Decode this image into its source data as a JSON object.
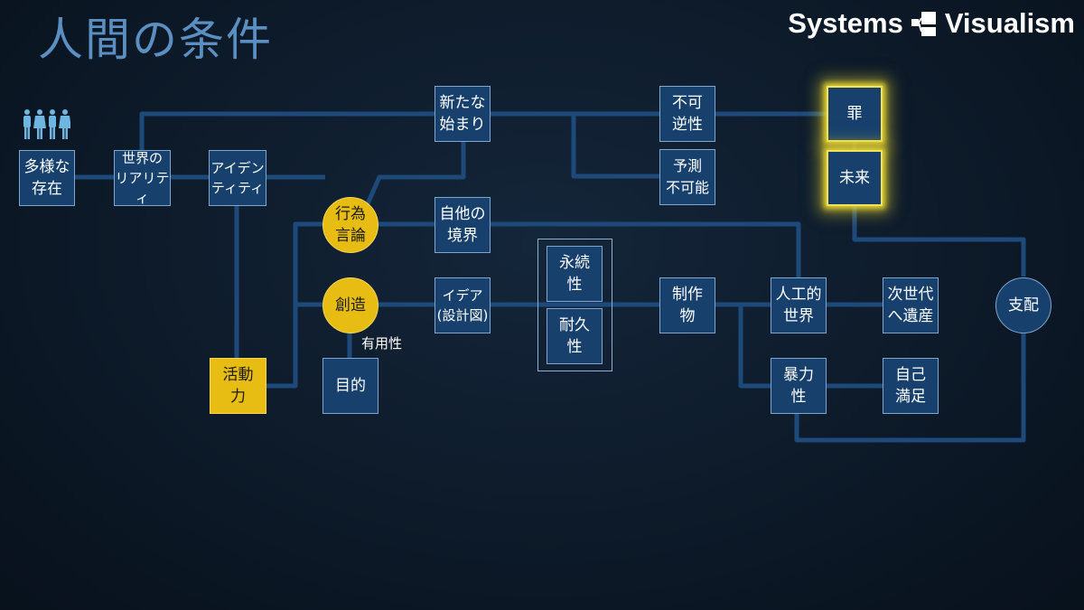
{
  "title": "人間の条件",
  "brand": {
    "left": "Systems",
    "right": "Visualism"
  },
  "icons": {
    "people": "people-group-icon",
    "logo": "systems-visualism-logo-icon"
  },
  "colors": {
    "background": "#0d1a29",
    "node_fill": "#17406d",
    "node_border": "#7ea6cf",
    "link": "#1d4a7a",
    "highlight_fill": "#e7bd13",
    "glow": "#e4d232",
    "title": "#5b8fc2"
  },
  "nodes": {
    "diversity": "多様な\n存在",
    "world_reality": "世界の\nリアリティ",
    "identity": "アイデン\nティティ",
    "new_beginning": "新たな\n始まり",
    "irreversibility": "不可\n逆性",
    "unpredictability": "予測\n不可能",
    "sin": "罪",
    "future": "未来",
    "action_speech": "行為\n言論",
    "self_other_boundary": "自他の\n境界",
    "creation": "創造",
    "idea": "イデア\n(設計図)",
    "permanence": "永続\n性",
    "durability": "耐久\n性",
    "production": "制作\n物",
    "artificial_world": "人工的\n世界",
    "next_generation": "次世代\nへ遺産",
    "domination": "支配",
    "activity": "活動\n力",
    "purpose": "目的",
    "violence": "暴力\n性",
    "self_satisfaction": "自己\n満足"
  },
  "labels": {
    "usefulness": "有用性"
  }
}
